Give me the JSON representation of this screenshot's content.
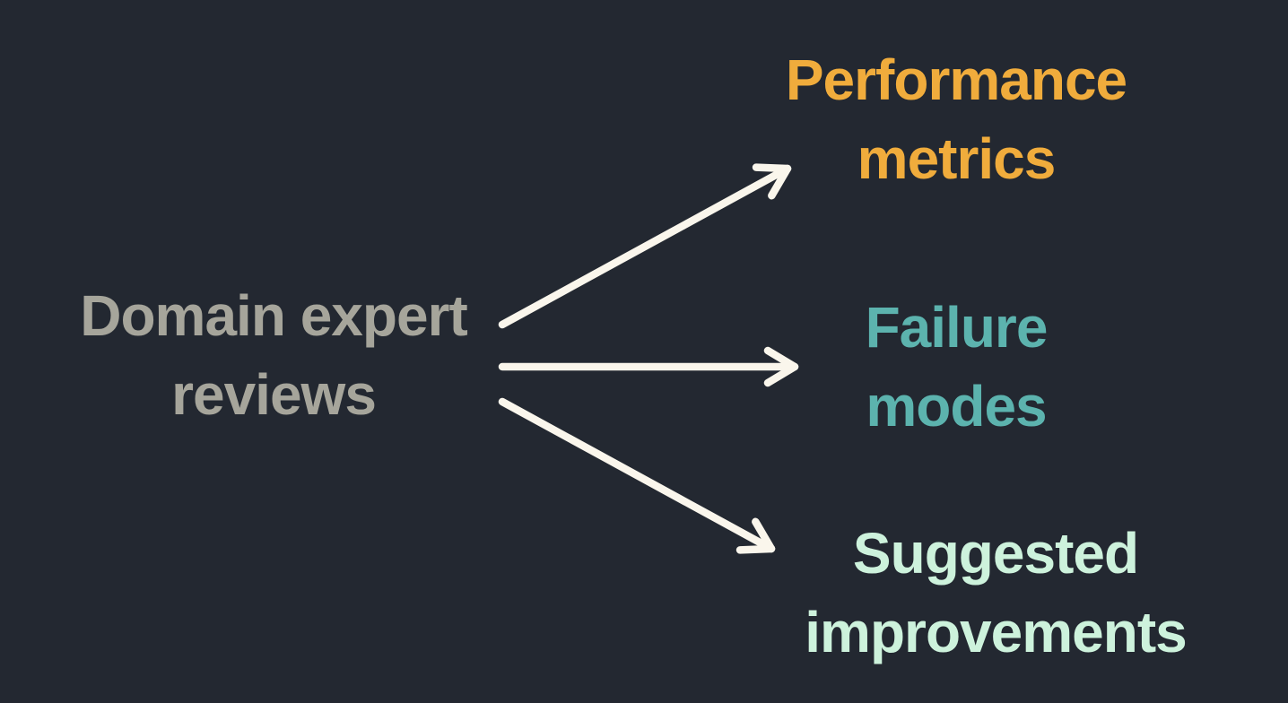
{
  "diagram": {
    "title": "Domain expert reviews fan-out diagram",
    "colors": {
      "background": "#232831",
      "arrow": "#faf6ec",
      "source_text": "#a6a59b",
      "performance_text": "#f0ac3c",
      "failure_text": "#5cb3ae",
      "suggested_text": "#cdf2dc"
    },
    "source": {
      "line1": "Domain expert",
      "line2": "reviews"
    },
    "targets": [
      {
        "id": "performance-metrics",
        "line1": "Performance",
        "line2": "metrics"
      },
      {
        "id": "failure-modes",
        "line1": "Failure",
        "line2": "modes"
      },
      {
        "id": "suggested-improvements",
        "line1": "Suggested",
        "line2": "improvements"
      }
    ]
  }
}
